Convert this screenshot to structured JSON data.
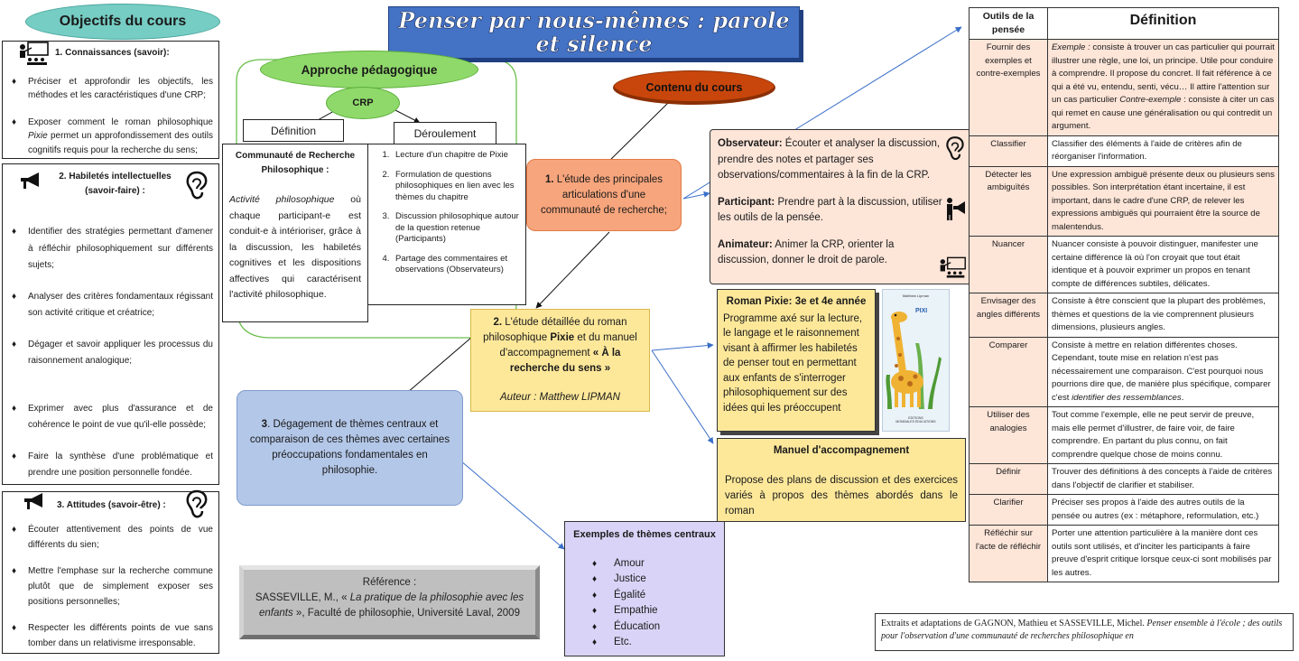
{
  "title": "Penser par nous-mêmes : parole et silence",
  "objectifs": {
    "header": "Objectifs du cours",
    "connaissances": {
      "heading": "1.    Connaissances (savoir):",
      "items": [
        "Préciser et approfondir les objectifs, les méthodes et les caractéristiques d'une CRP;",
        "Exposer comment le roman philosophique Pixie permet un approfondissement des outils cognitifs requis pour la recherche du sens;"
      ]
    },
    "habiletes": {
      "heading": "2. Habiletés intellectuelles (savoir-faire) :",
      "items": [
        "Identifier des stratégies permettant d'amener à réfléchir philosophiquement sur différents sujets;",
        "Analyser des critères fondamentaux régissant son activité critique et créatrice;",
        "Dégager et savoir appliquer les processus du raisonnement analogique;",
        "Exprimer avec plus d'assurance et de cohérence le point de vue qu'il-elle possède;",
        "Faire la synthèse d'une problématique et prendre une position personnelle fondée."
      ]
    },
    "attitudes": {
      "heading": "3. Attitudes (savoir-être) :",
      "items": [
        "Écouter attentivement des points de vue différents du sien;",
        "Mettre l'emphase sur la recherche commune plutôt que de simplement exposer ses positions personnelles;",
        "Respecter les différents points de vue sans tomber dans un relativisme irresponsable."
      ]
    }
  },
  "approche": {
    "label": "Approche pédagogique",
    "crp": "CRP",
    "definition_label": "Définition",
    "deroulement_label": "Déroulement",
    "communaute_title": "Communauté de Recherche Philosophique :",
    "communaute_em": "Activité philosophique",
    "communaute_text": " où chaque participant-e est conduit-e à intérioriser, grâce à la discussion, les habiletés cognitives et les dispositions affectives qui caractérisent l'activité philosophique.",
    "steps": [
      "Lecture d'un chapitre de Pixie",
      "Formulation de questions philosophiques en lien avec les thèmes du chapitre",
      "Discussion philosophique autour de la question retenue (Participants)",
      "Partage des commentaires et observations (Observateurs)"
    ]
  },
  "contenu": {
    "label": "Contenu du cours",
    "item1": {
      "num": "1.",
      "text": " L'étude des principales articulations d'une communauté de recherche;"
    },
    "item2": {
      "num": "2.",
      "t1": " L'étude détaillée du roman philosophique ",
      "t2": "Pixie",
      "t3": " et du manuel d'accompagnement ",
      "t4": "« À la recherche du sens »",
      "author": "Auteur : Matthew LIPMAN"
    },
    "item3": {
      "num": "3",
      "text": ". Dégagement de thèmes centraux et comparaison de ces thèmes avec certaines préoccupations fondamentales en philosophie."
    }
  },
  "roles": [
    {
      "label": "Observateur:",
      "text": " Écouter et analyser la discussion, prendre des notes et partager ses observations/commentaires à la fin de la CRP."
    },
    {
      "label": "Participant:",
      "text": " Prendre part à la discussion, utiliser les outils de la pensée."
    },
    {
      "label": "Animateur:",
      "text": " Animer la CRP, orienter la discussion, donner le droit de parole."
    }
  ],
  "roman": {
    "title": "Roman Pixie: 3e et 4e année",
    "text": "Programme axé sur la lecture, le langage et le raisonnement visant à affirmer les habiletés de penser tout en permettant aux enfants de s'interroger philosophiquement sur des idées qui les préoccupent",
    "cover_author": "Matthew Lipman",
    "cover_title": "PIXI",
    "cover_publisher": "EDITIONS\nMONDIALES EDUCATIONS"
  },
  "manuel": {
    "title": "Manuel d'accompagnement",
    "text": "Propose des plans de discussion et des exercices variés à propos des thèmes abordés dans le roman"
  },
  "themes": {
    "title": "Exemples de thèmes centraux",
    "items": [
      "Amour",
      "Justice",
      "Égalité",
      "Empathie",
      "Éducation",
      "Etc."
    ]
  },
  "reference": {
    "label": "Référence :",
    "author": "SASSEVILLE, M., « ",
    "work": "La pratique de la philosophie avec les enfants",
    "rest": " », Faculté de philosophie, Université Laval, 2009"
  },
  "outils": {
    "col1": "Outils de la pensée",
    "col2": "Définition",
    "rows": [
      {
        "name": "Fournir des exemples et contre-exemples",
        "segments": [
          {
            "t": "Exemple :",
            "i": true
          },
          {
            "t": " consiste à trouver un cas particulier qui pourrait illustrer une règle, une loi, un principe. Utile pour conduire à comprendre. Il propose du concret. Il fait référence à ce qui a été vu, entendu, senti, vécu… Il attire l'attention sur un cas particulier "
          },
          {
            "t": "Contre-exemple",
            "i": true
          },
          {
            "t": " : consiste à citer un cas qui remet en cause une généralisation ou qui contredit un argument."
          }
        ]
      },
      {
        "name": "Classifier",
        "segments": [
          {
            "t": "Classifier des éléments à l'aide de critères afin de réorganiser l'information."
          }
        ]
      },
      {
        "name": "Détecter les ambiguïtés",
        "segments": [
          {
            "t": "Une expression ambiguë présente deux ou plusieurs sens possibles. Son interprétation étant incertaine, il est important, dans le cadre d'une CRP, de relever les expressions ambiguës qui pourraient être la source de malentendus."
          }
        ]
      },
      {
        "name": "Nuancer",
        "segments": [
          {
            "t": "Nuancer consiste à pouvoir distinguer, manifester une certaine différence là où l'on croyait que tout était identique et à pouvoir exprimer un propos en tenant compte de différences subtiles, délicates."
          }
        ]
      },
      {
        "name": "Envisager des angles différents",
        "segments": [
          {
            "t": "Consiste à être conscient que la plupart des problèmes, thèmes et questions de la vie comprennent plusieurs dimensions, plusieurs angles."
          }
        ]
      },
      {
        "name": "Comparer",
        "segments": [
          {
            "t": "Consiste à mettre en relation différentes choses. Cependant, toute mise en relation n'est pas nécessairement une comparaison. C'est pourquoi nous pourrions dire que, de manière plus spécifique, comparer c'est "
          },
          {
            "t": "identifier des ressemblances",
            "i": true
          },
          {
            "t": "."
          }
        ]
      },
      {
        "name": "Utiliser des analogies",
        "segments": [
          {
            "t": "Tout comme l'exemple, elle ne peut servir de preuve, mais elle permet d'illustrer, de faire voir, de faire comprendre. En partant du plus connu, on fait comprendre quelque chose de moins connu."
          }
        ]
      },
      {
        "name": "Définir",
        "segments": [
          {
            "t": "Trouver des définitions à des concepts à l'aide de critères dans l'objectif de clarifier et stabiliser."
          }
        ]
      },
      {
        "name": "Clarifier",
        "segments": [
          {
            "t": "Préciser ses propos à l'aide des autres outils de la pensée ou autres (ex : métaphore, reformulation, etc.)"
          }
        ]
      },
      {
        "name": "Réfléchir sur l'acte de réfléchir",
        "segments": [
          {
            "t": "Porter une attention particulière à la manière dont ces outils sont utilisés, et d'inciter les participants à faire preuve d'esprit critique lorsque ceux-ci sont mobilisés par les autres."
          }
        ]
      }
    ]
  },
  "extraits": {
    "plain": "Extraits et adaptations de GAGNON, Mathieu et SASSEVILLE, Michel. ",
    "italic": "Penser ensemble à l'école ; des outils pour l'observation d'une communauté de    recherches philosophique en"
  },
  "icons": [
    "teacher-board-icon",
    "megaphone-icon",
    "ear-icon"
  ],
  "colors": {
    "title_bg": "#4472c4",
    "objectifs_bg": "#76cdc4",
    "approche_bg": "#8fd96a",
    "contenu_bg": "#c8460b",
    "item1_bg": "#f7a57c",
    "item2_bg": "#fde89a",
    "item3_bg": "#b3c7e8",
    "roles_bg": "#fde5d8",
    "themes_bg": "#d9d4f7",
    "reference_bg": "#bfbfbf"
  }
}
